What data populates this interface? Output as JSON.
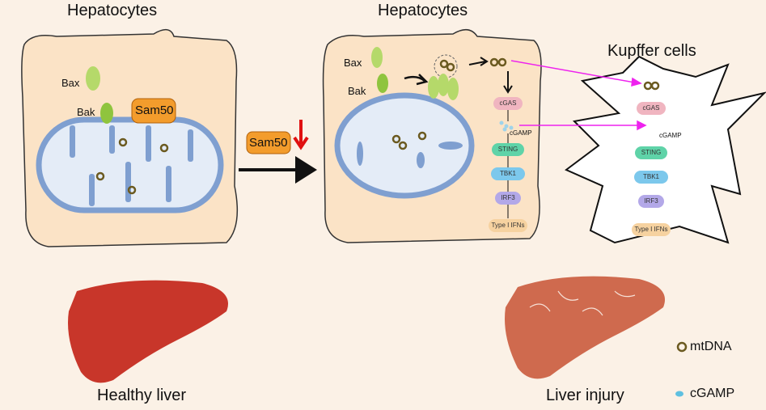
{
  "left_title": "Hepatocytes",
  "right_title": "Hepatocytes",
  "kupffer_title": "Kupffer cells",
  "left_panel": {
    "bax": "Bax",
    "bak": "Bak",
    "sam50": "Sam50"
  },
  "middle": {
    "sam50": "Sam50",
    "arrow_color": "#e01010"
  },
  "right_panel": {
    "bax": "Bax",
    "bak": "Bak"
  },
  "pathway": [
    "cGAS",
    "cGAMP",
    "STING",
    "TBK1",
    "IRF3",
    "Type I IFNs"
  ],
  "pathway_colors": [
    "#f0b5c0",
    "#9fd3ea",
    "#5fd3a8",
    "#7cc8ec",
    "#b3a8e8",
    "#f6d2a0"
  ],
  "healthy_label": "Healthy liver",
  "injury_label": "Liver injury",
  "legend": {
    "mtdna": "mtDNA",
    "cgamp": "cGAMP"
  },
  "colors": {
    "background": "#fbf1e6",
    "cell": "#fbe3c6",
    "mito": "#e4ecf7",
    "mito_edge": "#7f9fd0",
    "magenta_arrow": "#ee22ee",
    "liver": "#c8362a"
  }
}
